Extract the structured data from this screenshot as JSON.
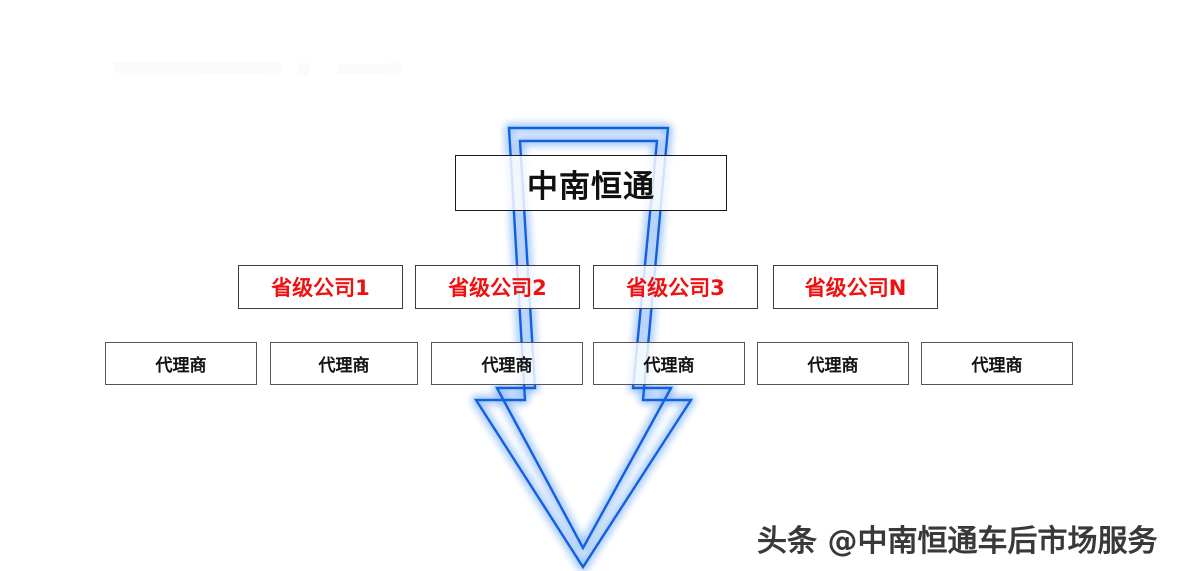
{
  "diagram": {
    "title_box": {
      "label": "中南恒通"
    },
    "province_row": {
      "boxes": [
        {
          "label": "省级公司1"
        },
        {
          "label": "省级公司2"
        },
        {
          "label": "省级公司3"
        },
        {
          "label": "省级公司N"
        }
      ]
    },
    "agent_row": {
      "boxes": [
        {
          "label": "代理商"
        },
        {
          "label": "代理商"
        },
        {
          "label": "代理商"
        },
        {
          "label": "代理商"
        },
        {
          "label": "代理商"
        },
        {
          "label": "代理商"
        }
      ]
    },
    "arrow": {
      "name": "downward-arrow",
      "color": "#1060e0",
      "glow_color": "#ffffff",
      "direction": "down"
    },
    "colors": {
      "background": "#ffffff",
      "title_text": "#111111",
      "province_text": "#ee1111",
      "agent_text": "#141414",
      "box_border": "#3d3d3d",
      "arrow_blue": "#1060e0",
      "watermark_text": "#2b2b2b"
    }
  },
  "watermark": {
    "text": "头条 @中南恒通车后市场服务"
  }
}
